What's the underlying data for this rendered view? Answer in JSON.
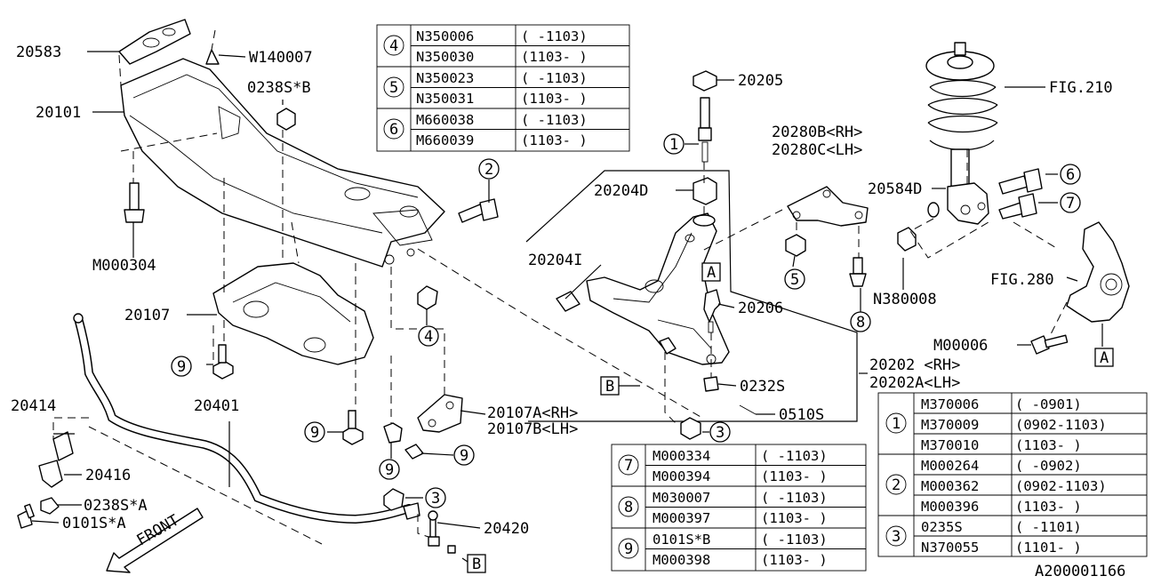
{
  "part_labels": {
    "p20583": "20583",
    "w140007": "W140007",
    "p0238s_b": "0238S*B",
    "p20101": "20101",
    "m000304": "M000304",
    "p20107": "20107",
    "p20414": "20414",
    "p20401": "20401",
    "p20416": "20416",
    "p0238s_a": "0238S*A",
    "p0101s_a": "0101S*A",
    "front": "FRONT",
    "p20107a": "20107A<RH>",
    "p20107b": "20107B<LH>",
    "p20420": "20420",
    "p20205": "20205",
    "p20204d": "20204D",
    "p20204i": "20204I",
    "p20206": "20206",
    "p0232s": "0232S",
    "p0510s": "0510S",
    "p20202": "20202 <RH>",
    "p20202a": "20202A<LH>",
    "p20280b": "20280B<RH>",
    "p20280c": "20280C<LH>",
    "n380008": "N380008",
    "fig210": "FIG.210",
    "p20584d": "20584D",
    "fig280": "FIG.280",
    "m00006": "M00006",
    "diagram_code": "A200001166"
  },
  "callouts": {
    "c1": "1",
    "c2": "2",
    "c3a": "3",
    "c3b": "3",
    "c4": "4",
    "c5": "5",
    "c6": "6",
    "c7": "7",
    "c8": "8",
    "c9a": "9",
    "c9b": "9",
    "c9c": "9",
    "c9d": "9"
  },
  "ref_letters": {
    "a1": "A",
    "a2": "A",
    "b1": "B",
    "b2": "B"
  },
  "table_top": {
    "groups": [
      {
        "num": "4",
        "rows": [
          {
            "part": "N350006",
            "range": "(  -1103)"
          },
          {
            "part": "N350030",
            "range": "(1103-  )"
          }
        ]
      },
      {
        "num": "5",
        "rows": [
          {
            "part": "N350023",
            "range": "(  -1103)"
          },
          {
            "part": "N350031",
            "range": "(1103-  )"
          }
        ]
      },
      {
        "num": "6",
        "rows": [
          {
            "part": "M660038",
            "range": "(  -1103)"
          },
          {
            "part": "M660039",
            "range": "(1103-  )"
          }
        ]
      }
    ]
  },
  "table_bottom": {
    "groups": [
      {
        "num": "7",
        "rows": [
          {
            "part": "M000334",
            "range": "(  -1103)"
          },
          {
            "part": "M000394",
            "range": "(1103-  )"
          }
        ]
      },
      {
        "num": "8",
        "rows": [
          {
            "part": "M030007",
            "range": "(  -1103)"
          },
          {
            "part": "M000397",
            "range": "(1103-  )"
          }
        ]
      },
      {
        "num": "9",
        "rows": [
          {
            "part": "0101S*B",
            "range": "(  -1103)"
          },
          {
            "part": "M000398",
            "range": "(1103-  )"
          }
        ]
      }
    ]
  },
  "table_right": {
    "groups": [
      {
        "num": "1",
        "rows": [
          {
            "part": "M370006",
            "range": "(  -0901)"
          },
          {
            "part": "M370009",
            "range": "(0902-1103)"
          },
          {
            "part": "M370010",
            "range": "(1103-  )"
          }
        ]
      },
      {
        "num": "2",
        "rows": [
          {
            "part": "M000264",
            "range": "(  -0902)"
          },
          {
            "part": "M000362",
            "range": "(0902-1103)"
          },
          {
            "part": "M000396",
            "range": "(1103-  )"
          }
        ]
      },
      {
        "num": "3",
        "rows": [
          {
            "part": "0235S",
            "range": "(  -1101)"
          },
          {
            "part": "N370055",
            "range": "(1101-  )"
          }
        ]
      }
    ]
  }
}
